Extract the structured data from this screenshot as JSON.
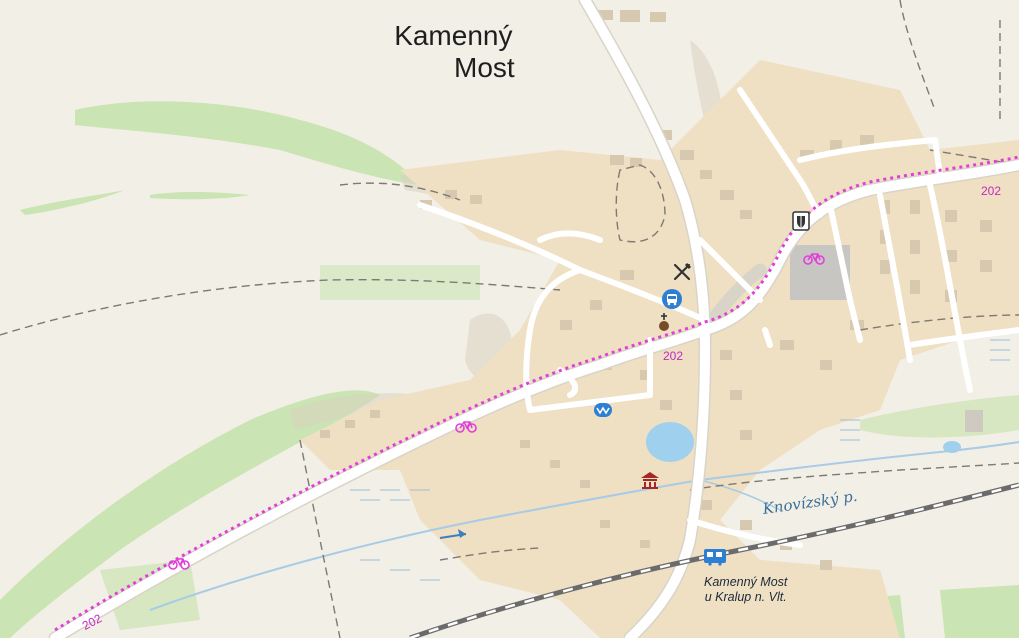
{
  "map": {
    "place_name_line1": "Kamenný",
    "place_name_line2": "Most",
    "stream_name": "Knovízský p.",
    "route_number": "202",
    "station_line1": "Kamenný Most",
    "station_line2": "u Kralup n. Vlt.",
    "icons": {
      "restaurant": "restaurant-icon",
      "bus": "bus-stop-icon",
      "church": "church-icon",
      "town_hall": "town-hall-icon",
      "bicycle": "bicycle-route-icon",
      "water": "water-source-icon",
      "train": "train-station-icon",
      "monument": "monument-icon"
    },
    "colors": {
      "background": "#f2efe6",
      "forest": "#bfe0a6",
      "urban": "#efe0c6",
      "road": "#ffffff",
      "cycle_route": "#e040d8",
      "water": "#9fd0ee",
      "railway": "#6b6b6b"
    }
  }
}
